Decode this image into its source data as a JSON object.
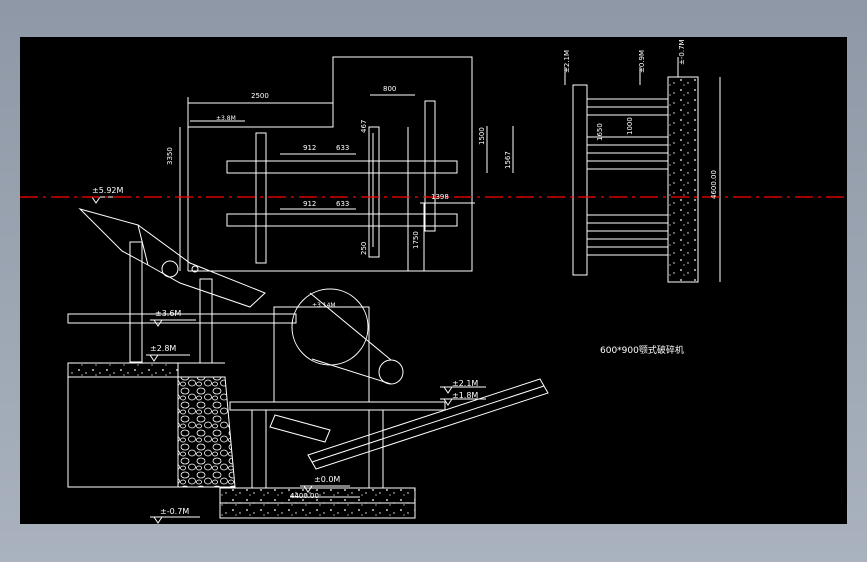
{
  "drawing": {
    "title": "600*900颚式破碎机",
    "elevations": {
      "e592": "±5.92M",
      "e36": "±3.6M",
      "e28": "±2.8M",
      "e21": "±2.1M",
      "e18": "±1.8M",
      "e00": "±0.0M",
      "e_07": "±-0.7M",
      "e_07b": "±-0.7M",
      "e_small_left": "±3.8M",
      "e_small_mid": "±3.14M"
    },
    "dimensions": {
      "d2500": "2500",
      "d800": "800",
      "d3350": "3350",
      "d912a": "912",
      "d633a": "633",
      "d912b": "912",
      "d633b": "633",
      "d1500": "1500",
      "d1567": "1567",
      "d1398": "1398",
      "d1750": "1750",
      "d4400": "4400.00",
      "d467": "467",
      "d250": "250"
    },
    "side_view": {
      "elev_a": "±2.1M",
      "elev_b": "±0.9M",
      "elev_c": "±-0.7M",
      "d1650": "1650",
      "d1000": "1000",
      "d4600": "4600.00"
    },
    "colors": {
      "background": "#000000",
      "lines": "#ffffff",
      "centerline": "#ff0000",
      "frame": "#8e98a6"
    }
  }
}
